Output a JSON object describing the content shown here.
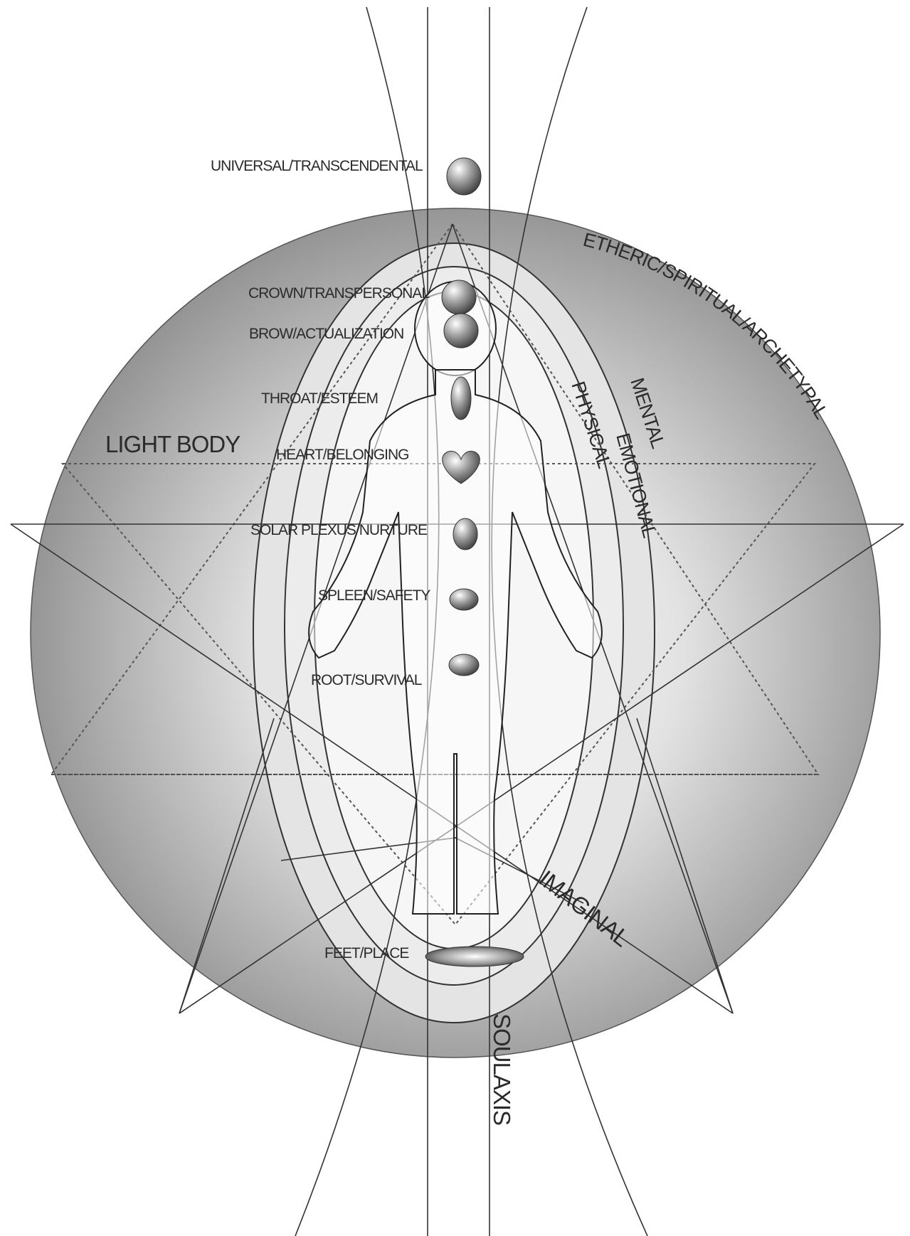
{
  "chakras": {
    "universal": "UNIVERSAL/TRANSCENDENTAL",
    "crown": "CROWN/TRANSPERSONAL",
    "brow": "BROW/ACTUALIZATION",
    "throat": "THROAT/ESTEEM",
    "heart": "HEART/BELONGING",
    "solar": "SOLAR PLEXUS/NURTURE",
    "spleen": "SPLEEN/SAFETY",
    "root": "ROOT/SURVIVAL",
    "feet": "FEET/PLACE"
  },
  "fields": {
    "light_body": "LIGHT BODY",
    "etheric": "ETHERIC/SPIRITUAL/ARCHETYPAL",
    "mental": "MENTAL",
    "emotional": "EMOTIONAL",
    "physical": "PHYSICAL",
    "imaginal": "IMAGINAL",
    "soul_axis": "SOULAXIS"
  },
  "colors": {
    "sphere_center": "#ffffff",
    "sphere_edge": "#8e8e8e",
    "line": "#3a3a3a"
  }
}
